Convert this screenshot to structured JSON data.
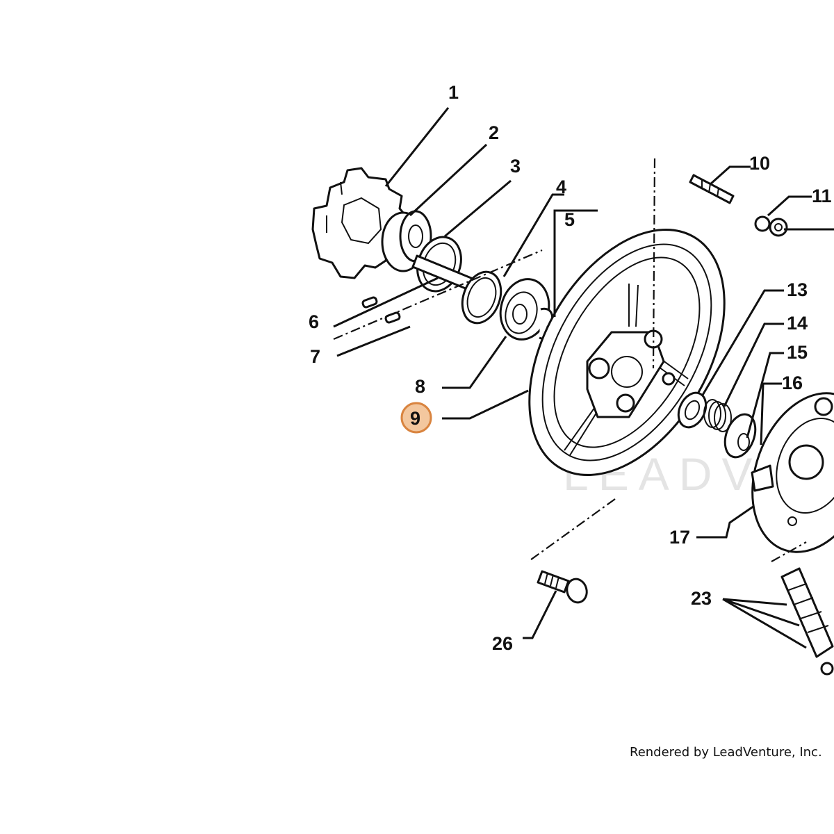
{
  "diagram": {
    "callouts": {
      "c1": "1",
      "c2": "2",
      "c3": "3",
      "c4": "4",
      "c5": "5",
      "c6": "6",
      "c7": "7",
      "c8": "8",
      "c9": "9",
      "c10": "10",
      "c11": "11",
      "c13": "13",
      "c14": "14",
      "c15": "15",
      "c16": "16",
      "c17": "17",
      "c23": "23",
      "c26": "26"
    },
    "highlighted_callout": "9",
    "highlight_color": "#f3c79e",
    "watermark_text": "LEADVENTURE"
  },
  "footer": {
    "credit": "Rendered by LeadVenture, Inc."
  }
}
